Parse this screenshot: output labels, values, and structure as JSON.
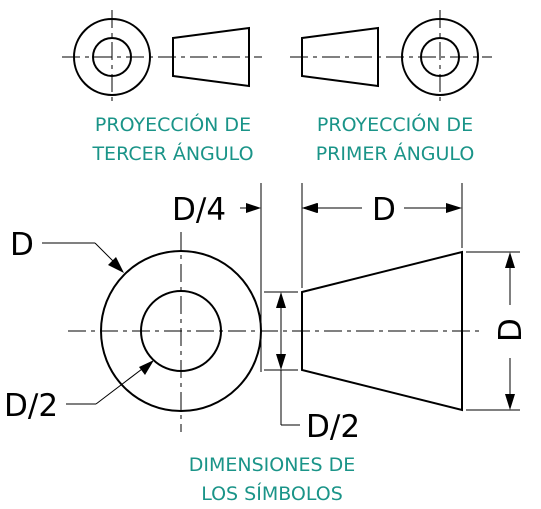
{
  "captions": {
    "third_angle_line1": "PROYECCIÓN DE",
    "third_angle_line2": "TERCER ÁNGULO",
    "first_angle_line1": "PROYECCIÓN DE",
    "first_angle_line2": "PRIMER ÁNGULO",
    "symbol_dims_line1": "DIMENSIONES DE",
    "symbol_dims_line2": "LOS SÍMBOLOS"
  },
  "dimensions": {
    "outer_diameter": "D",
    "inner_diameter": "D/2",
    "gap": "D/4",
    "length": "D",
    "height": "D",
    "small_end": "D/2"
  },
  "colors": {
    "caption": "#1a9488",
    "lines": "#000000"
  }
}
